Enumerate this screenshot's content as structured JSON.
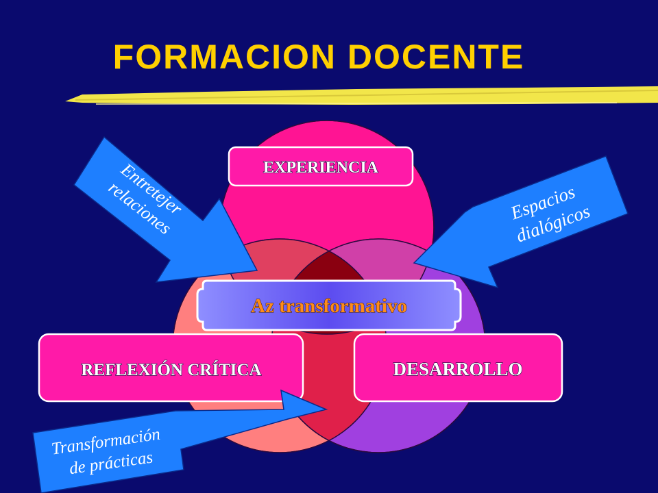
{
  "title": "FORMACION DOCENTE",
  "center_label": "Az transformativo",
  "boxes": {
    "top": "EXPERIENCIA",
    "left": "REFLEXIÓN CRÍTICA",
    "right": "DESARROLLO"
  },
  "arrows": {
    "top_left": {
      "line1": "Entretejer",
      "line2": "relaciones"
    },
    "top_right": {
      "line1": "Espacios",
      "line2": "dialógicos"
    },
    "bottom_left": {
      "line1": "Transformación",
      "line2": "de prácticas"
    }
  },
  "colors": {
    "background": "#0a0a6e",
    "title": "#ffd000",
    "highlighter": "#f2e64a",
    "circle_top": "#ff1493",
    "circle_left": "#ff7f7f",
    "circle_right": "#a040e0",
    "box_fill": "#ff1aa8",
    "arrow_fill": "#1e7fff",
    "center_band": "#6a5cff",
    "center_text": "#ff8c1a"
  }
}
